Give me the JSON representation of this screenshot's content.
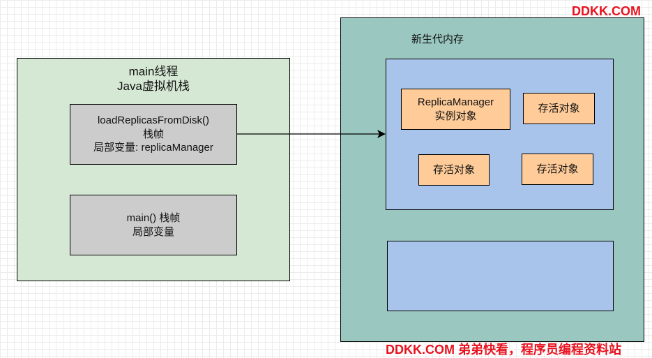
{
  "watermark": {
    "top": "DDKK.COM",
    "bottom": "DDKK.COM 弟弟快看，程序员编程资料站"
  },
  "thread": {
    "title_line1": "main线程",
    "title_line2": "Java虚拟机栈",
    "frames": [
      {
        "line1": "loadReplicasFromDisk()",
        "line2": "栈帧",
        "line3": "局部变量: replicaManager"
      },
      {
        "line1": "main() 栈帧",
        "line2": "局部变量"
      }
    ]
  },
  "heap": {
    "title": "新生代内存",
    "objects": [
      {
        "line1": "ReplicaManager",
        "line2": "实例对象"
      },
      {
        "line1": "存活对象"
      },
      {
        "line1": "存活对象"
      },
      {
        "line1": "存活对象"
      }
    ]
  },
  "colors": {
    "thread_bg": "#d5e8d4",
    "frame_bg": "#cccccc",
    "heap_bg": "#9ac7bf",
    "region_bg": "#a9c4eb",
    "object_bg": "#ffcc99",
    "watermark": "#e8121f"
  }
}
